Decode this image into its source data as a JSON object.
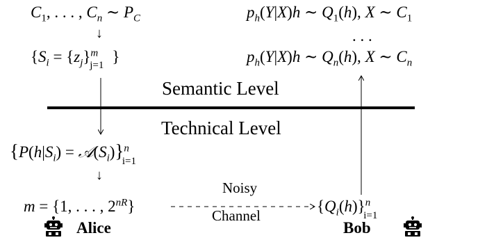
{
  "top_left": {
    "concepts": "C1, …, Cn ∼ PC",
    "samples": "{Si = {zj}mj=1}"
  },
  "top_right": {
    "line1": "ph(Y|X)h ∼ Q1(h), X ∼ C1",
    "ellipsis": "…",
    "line2": "ph(Y|X)h ∼ Qn(h), X ∼ Cn"
  },
  "levels": {
    "semantic": "Semantic Level",
    "technical": "Technical Level"
  },
  "bottom_left": {
    "posterior": "{P(h|Si) = 𝒜(Si)}ni=1",
    "message": "m = {1, …, 2nR}"
  },
  "bottom_right": {
    "decoded": "{Qi(h)}ni=1"
  },
  "channel": {
    "label_top": "Noisy",
    "label_bottom": "Channel"
  },
  "agents": {
    "alice": {
      "name": "Alice",
      "icon": "robot-icon"
    },
    "bob": {
      "name": "Bob",
      "icon": "robot-icon"
    }
  }
}
